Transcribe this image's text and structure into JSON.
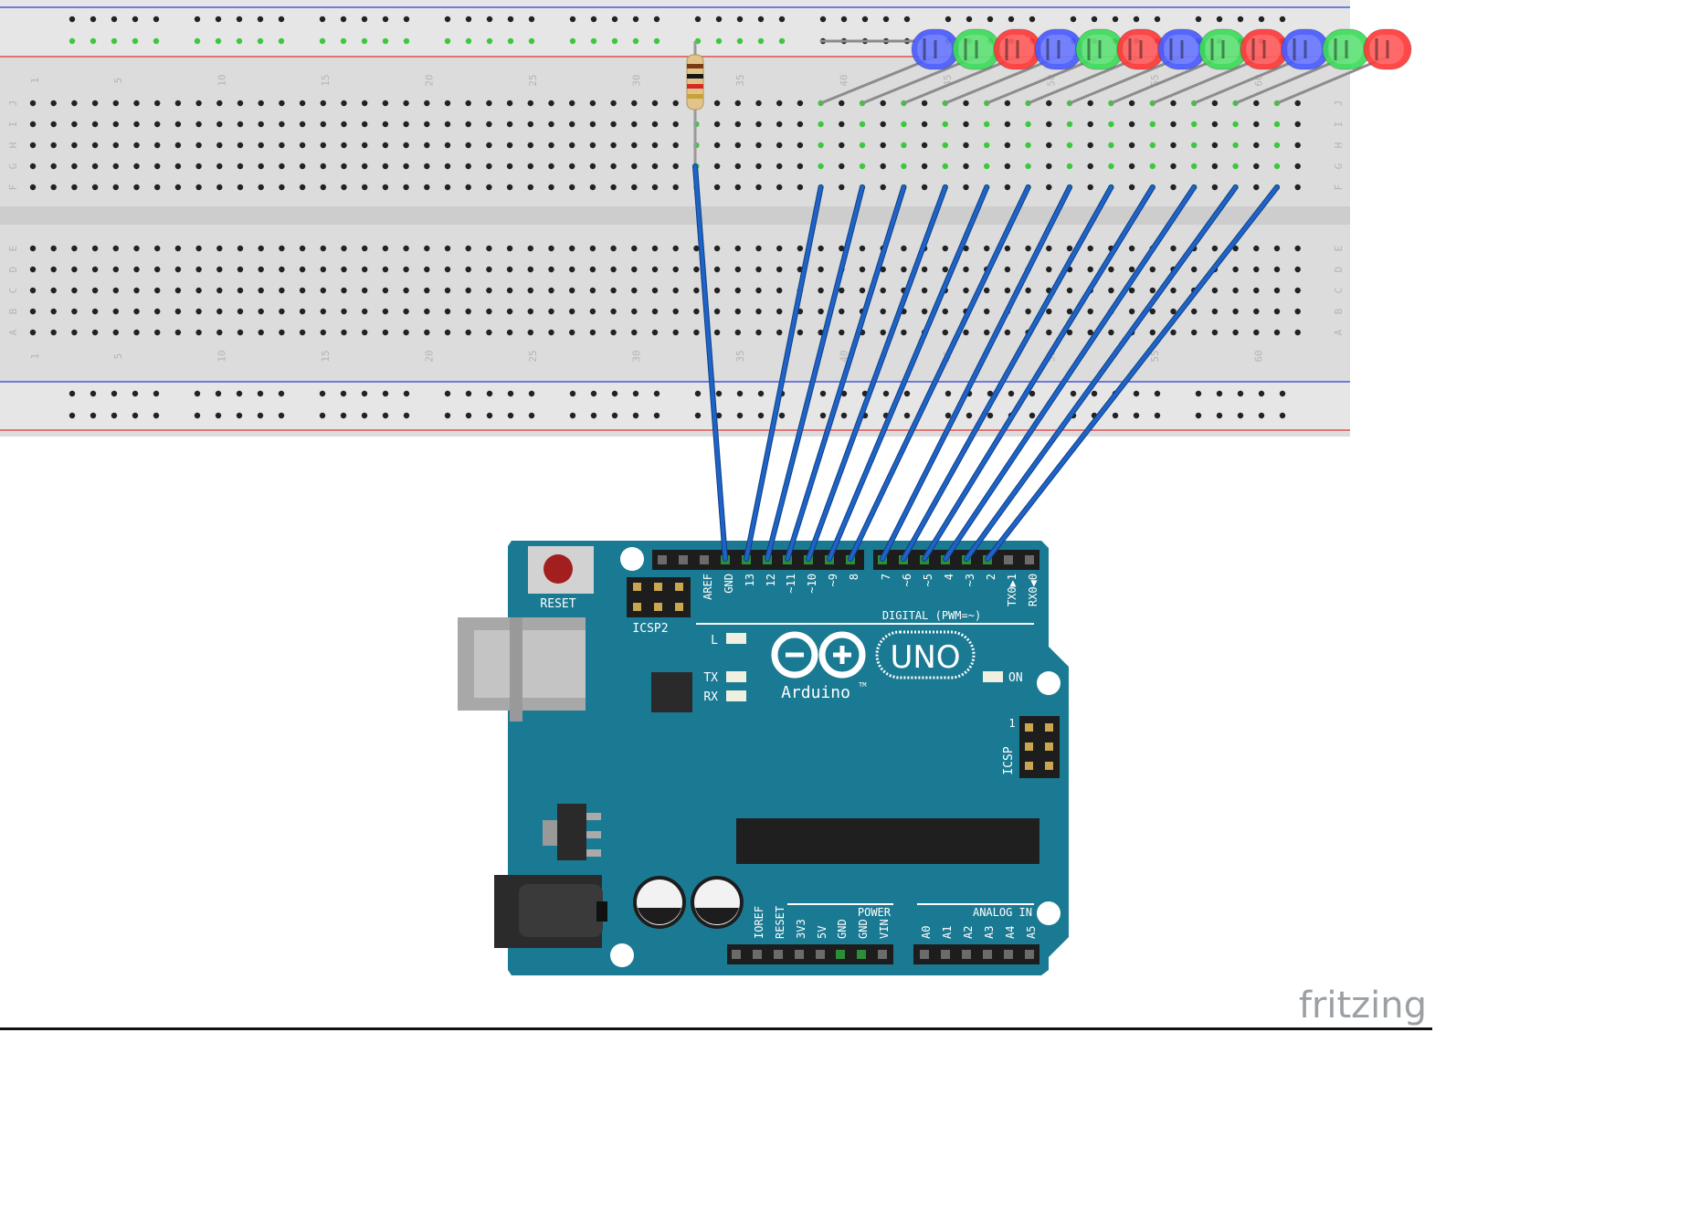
{
  "breadboard": {
    "row_letters_top": [
      "J",
      "I",
      "H",
      "G",
      "F"
    ],
    "row_letters_bottom": [
      "E",
      "D",
      "C",
      "B",
      "A"
    ],
    "column_numbers": [
      "1",
      "5",
      "10",
      "15",
      "20",
      "25",
      "30",
      "35",
      "40",
      "45",
      "50",
      "55",
      "60"
    ],
    "colors": {
      "body": "#dcdcdc",
      "hole": "#222222",
      "active_hole": "#3cc83c",
      "rail_red": "#e0312f",
      "rail_blue": "#2a3fd4"
    }
  },
  "leds": {
    "pattern": [
      "blue",
      "green",
      "red"
    ],
    "count": 12,
    "colors": {
      "blue": "#4a5cff",
      "green": "#3ddc5a",
      "red": "#ff3a3a"
    }
  },
  "resistor": {
    "bands": [
      "brown",
      "black",
      "red",
      "gold"
    ]
  },
  "wires": {
    "color": "#1f63c6",
    "count": 12
  },
  "arduino": {
    "board_color": "#1b7a93",
    "reset_label": "RESET",
    "icsp2_label": "ICSP2",
    "icsp_label": "ICSP",
    "icsp_pin1": "1",
    "aref_label": "AREF",
    "digital_label": "DIGITAL (PWM=~)",
    "digital_pins_left": [
      "GND",
      "13",
      "12",
      "~11",
      "~10",
      "~9",
      "8"
    ],
    "digital_pins_right": [
      "7",
      "~6",
      "~5",
      "4",
      "~3",
      "2",
      "TX0▶1",
      "RX0◀0"
    ],
    "led_l": "L",
    "led_tx": "TX",
    "led_rx": "RX",
    "led_on": "ON",
    "brand": "Arduino",
    "tm": "TM",
    "model": "UNO",
    "power_label": "POWER",
    "power_pins": [
      "IOREF",
      "RESET",
      "3V3",
      "5V",
      "GND",
      "GND",
      "VIN"
    ],
    "analog_label": "ANALOG IN",
    "analog_pins": [
      "A0",
      "A1",
      "A2",
      "A3",
      "A4",
      "A5"
    ]
  },
  "watermark": "fritzing"
}
